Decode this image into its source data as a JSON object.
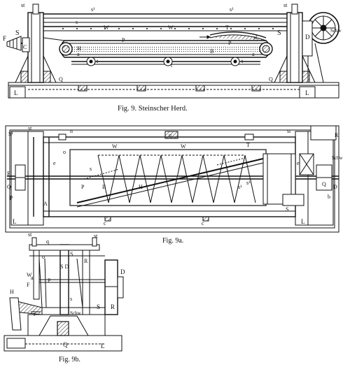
{
  "captions": {
    "fig9": "Fig. 9.  Steinscher Herd.",
    "fig9a": "Fig. 9a.",
    "fig9b": "Fig. 9b."
  },
  "labels": {
    "fig9": {
      "s_left": "S",
      "s_right": "S",
      "f": "F",
      "c": "C",
      "l_left": "L",
      "l_right": "L",
      "q_left": "Q",
      "q_right": "Q",
      "w1": "W",
      "w2": "W",
      "t": "T",
      "st1": "st",
      "st2": "st",
      "s1": "s¹",
      "s2": "s¹",
      "s3": "s",
      "h": "H",
      "b": "B",
      "p1": "P",
      "p2": "P",
      "a1": "a",
      "a2": "a",
      "t1": "t",
      "t2": "t",
      "t3": "t",
      "d": "D",
      "schw": "Schw",
      "sl": "sl"
    },
    "fig9a": {
      "s1": "S¹",
      "st1": "st",
      "st2": "st",
      "f": "F",
      "q1": "Q",
      "q2": "Q",
      "l1": "L",
      "l2": "L",
      "w1": "W",
      "w2": "W",
      "u": "u",
      "t": "T",
      "r": "R",
      "d": "D",
      "schw": "Schw",
      "n": "n",
      "o": "o",
      "s": "s",
      "p": "P",
      "b": "B",
      "h": "H",
      "a": "A",
      "c1": "c",
      "c2": "c",
      "e1": "e",
      "e2": "e",
      "s2": "s¹",
      "s3": "s¹",
      "b2": "b",
      "p2": "p",
      "s4": "S"
    },
    "fig9b": {
      "st1": "st",
      "st2": "st",
      "q1": "q",
      "p": "P",
      "w": "W",
      "f": "F",
      "h": "H",
      "d": "D",
      "s1": "S",
      "s2": "S",
      "sd": "S D",
      "r": "R",
      "schw": "Schw",
      "t": "t",
      "q2": "Q",
      "l": "L",
      "a": "a",
      "o": "o",
      "s3": "s"
    }
  }
}
